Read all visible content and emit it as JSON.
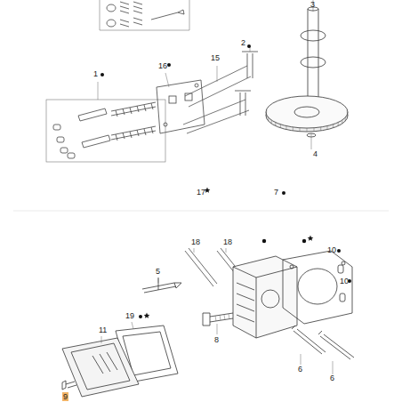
{
  "diagram": {
    "labels": [
      "3",
      "2",
      "16",
      "15",
      "1",
      "4",
      "17",
      "7",
      "18",
      "18",
      "10",
      "5",
      "10",
      "19",
      "11",
      "8",
      "6",
      "6",
      "9"
    ]
  }
}
